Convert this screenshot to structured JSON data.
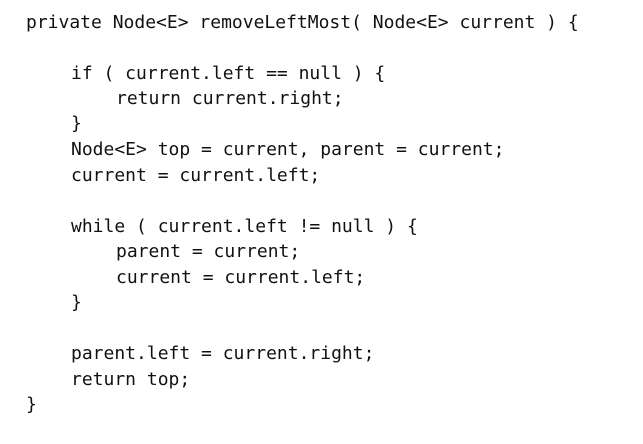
{
  "code": {
    "lines": [
      "private Node<E> removeLeftMost( Node<E> current ) {",
      "if ( current.left == null ) {",
      "return current.right;",
      "}",
      "Node<E> top = current, parent = current;",
      "current = current.left;",
      "while ( current.left != null ) {",
      "parent = current;",
      "current = current.left;",
      "}",
      "parent.left = current.right;",
      "return top;",
      "}"
    ]
  }
}
